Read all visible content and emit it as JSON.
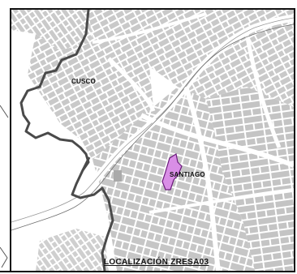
{
  "map": {
    "labels": {
      "cusco": "CUSCO",
      "santiago": "SANTIAGO"
    },
    "caption": "LOCALIZACIÓN ZRESA03",
    "colors": {
      "blocks": "#c9c9c9",
      "streets": "#ffffff",
      "district_boundary": "#4a4a4a",
      "zone_highlight": "#d98ee6",
      "zone_outline": "#6a1a7a"
    }
  }
}
